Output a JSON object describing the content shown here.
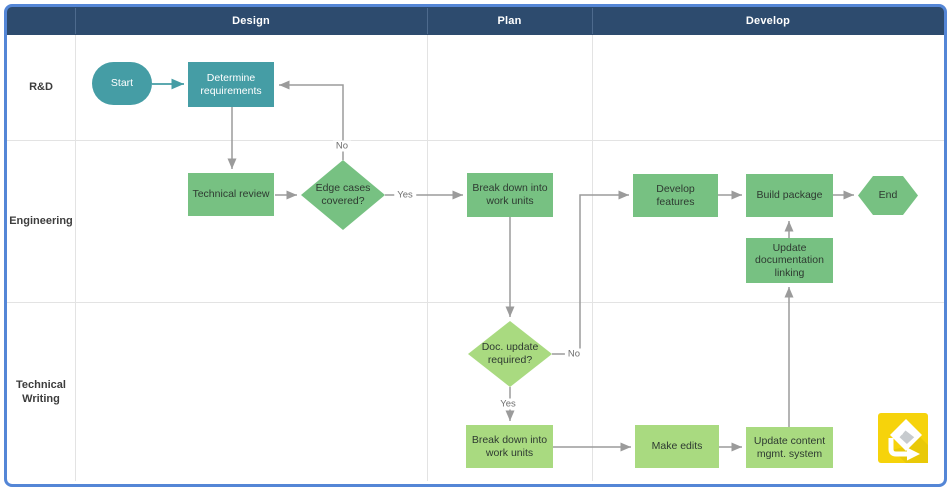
{
  "lanes": {
    "columns": [
      {
        "label": ""
      },
      {
        "label": "Design"
      },
      {
        "label": "Plan"
      },
      {
        "label": "Develop"
      }
    ],
    "rows": [
      {
        "label": "R&D"
      },
      {
        "label": "Engineering"
      },
      {
        "label": "Technical Writing"
      }
    ]
  },
  "nodes": {
    "start": "Start",
    "determine_requirements": "Determine requirements",
    "technical_review": "Technical review",
    "edge_cases_covered": "Edge cases covered?",
    "break_down_work_units_eng": "Break down into work units",
    "develop_features": "Develop features",
    "build_package": "Build package",
    "end": "End",
    "update_documentation_linking": "Update documentation linking",
    "doc_update_required": "Doc. update required?",
    "break_down_work_units_tw": "Break down into work units",
    "make_edits": "Make edits",
    "update_content_mgmt_system": "Update content mgmt. system"
  },
  "edge_labels": {
    "edge_cases_no": "No",
    "edge_cases_yes": "Yes",
    "doc_update_no": "No",
    "doc_update_yes": "Yes"
  },
  "icons": {
    "watermark": "diagram-app-logo"
  },
  "colors": {
    "header_fill": "#2D4B6E",
    "frame_border": "#5486D6",
    "teal_node": "#459DA5",
    "green_node": "#77C182",
    "light_green_node": "#A9DA80",
    "connector_gray": "#9B9B9B",
    "grid_line": "#E3E3E3",
    "logo_yellow": "#F6D30B"
  }
}
